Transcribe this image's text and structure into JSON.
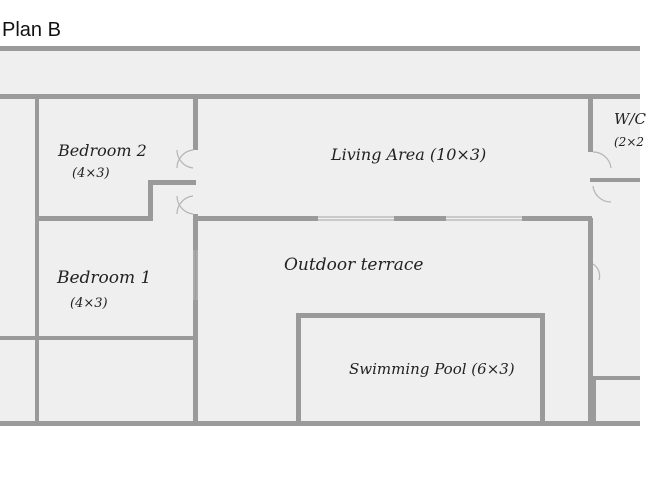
{
  "title": "Plan B",
  "colors": {
    "floor": "#efefef",
    "wall": "#9a9a9a",
    "wall_dark": "#8a8a8a",
    "door": "#b5b5b5",
    "text": "#222222"
  },
  "rooms": {
    "bedroom2": {
      "name": "Bedroom 2",
      "dims": "(4×3)"
    },
    "bedroom1": {
      "name": "Bedroom 1",
      "dims": "(4×3)"
    },
    "living": {
      "label": "Living Area (10×3)"
    },
    "terrace": {
      "label": "Outdoor terrace"
    },
    "pool": {
      "label": "Swimming Pool (6×3)"
    },
    "wc": {
      "name": "W/C",
      "dims": "(2×2"
    }
  }
}
